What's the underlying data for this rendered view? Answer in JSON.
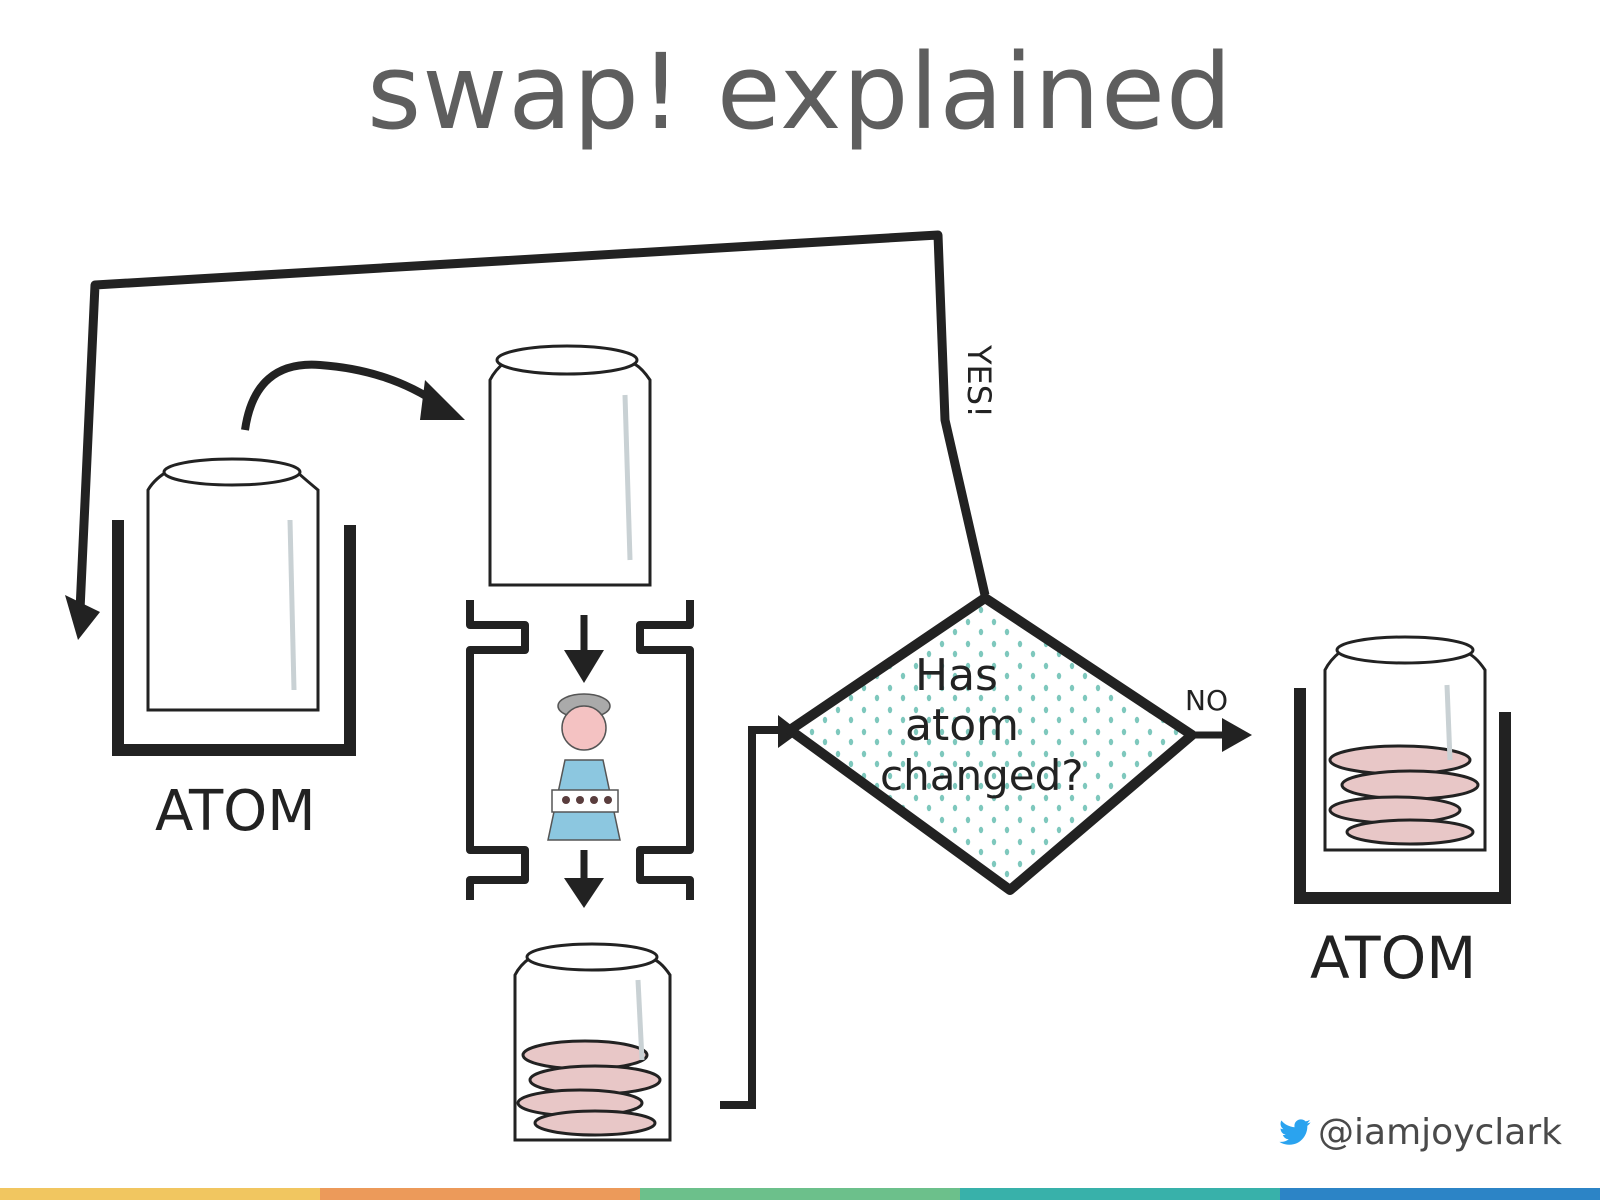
{
  "title": "swap! explained",
  "labels": {
    "atom_left": "ATOM",
    "atom_right": "ATOM",
    "yes": "YES!",
    "no": "NO",
    "decision_line1": "Has",
    "decision_line2": "atom",
    "decision_line3": "changed?"
  },
  "credit": {
    "handle": "@iamjoyclark",
    "icon": "twitter-bird-icon"
  },
  "colors": {
    "title": "#5e5e5e",
    "ink": "#222222",
    "dots": "#7ec8bd",
    "cookie": "#c98b8b",
    "twitter": "#2aa3ef",
    "stripe": [
      "#f1c660",
      "#ec9a5a",
      "#6cc08b",
      "#38b1aa",
      "#2c84c6"
    ]
  }
}
